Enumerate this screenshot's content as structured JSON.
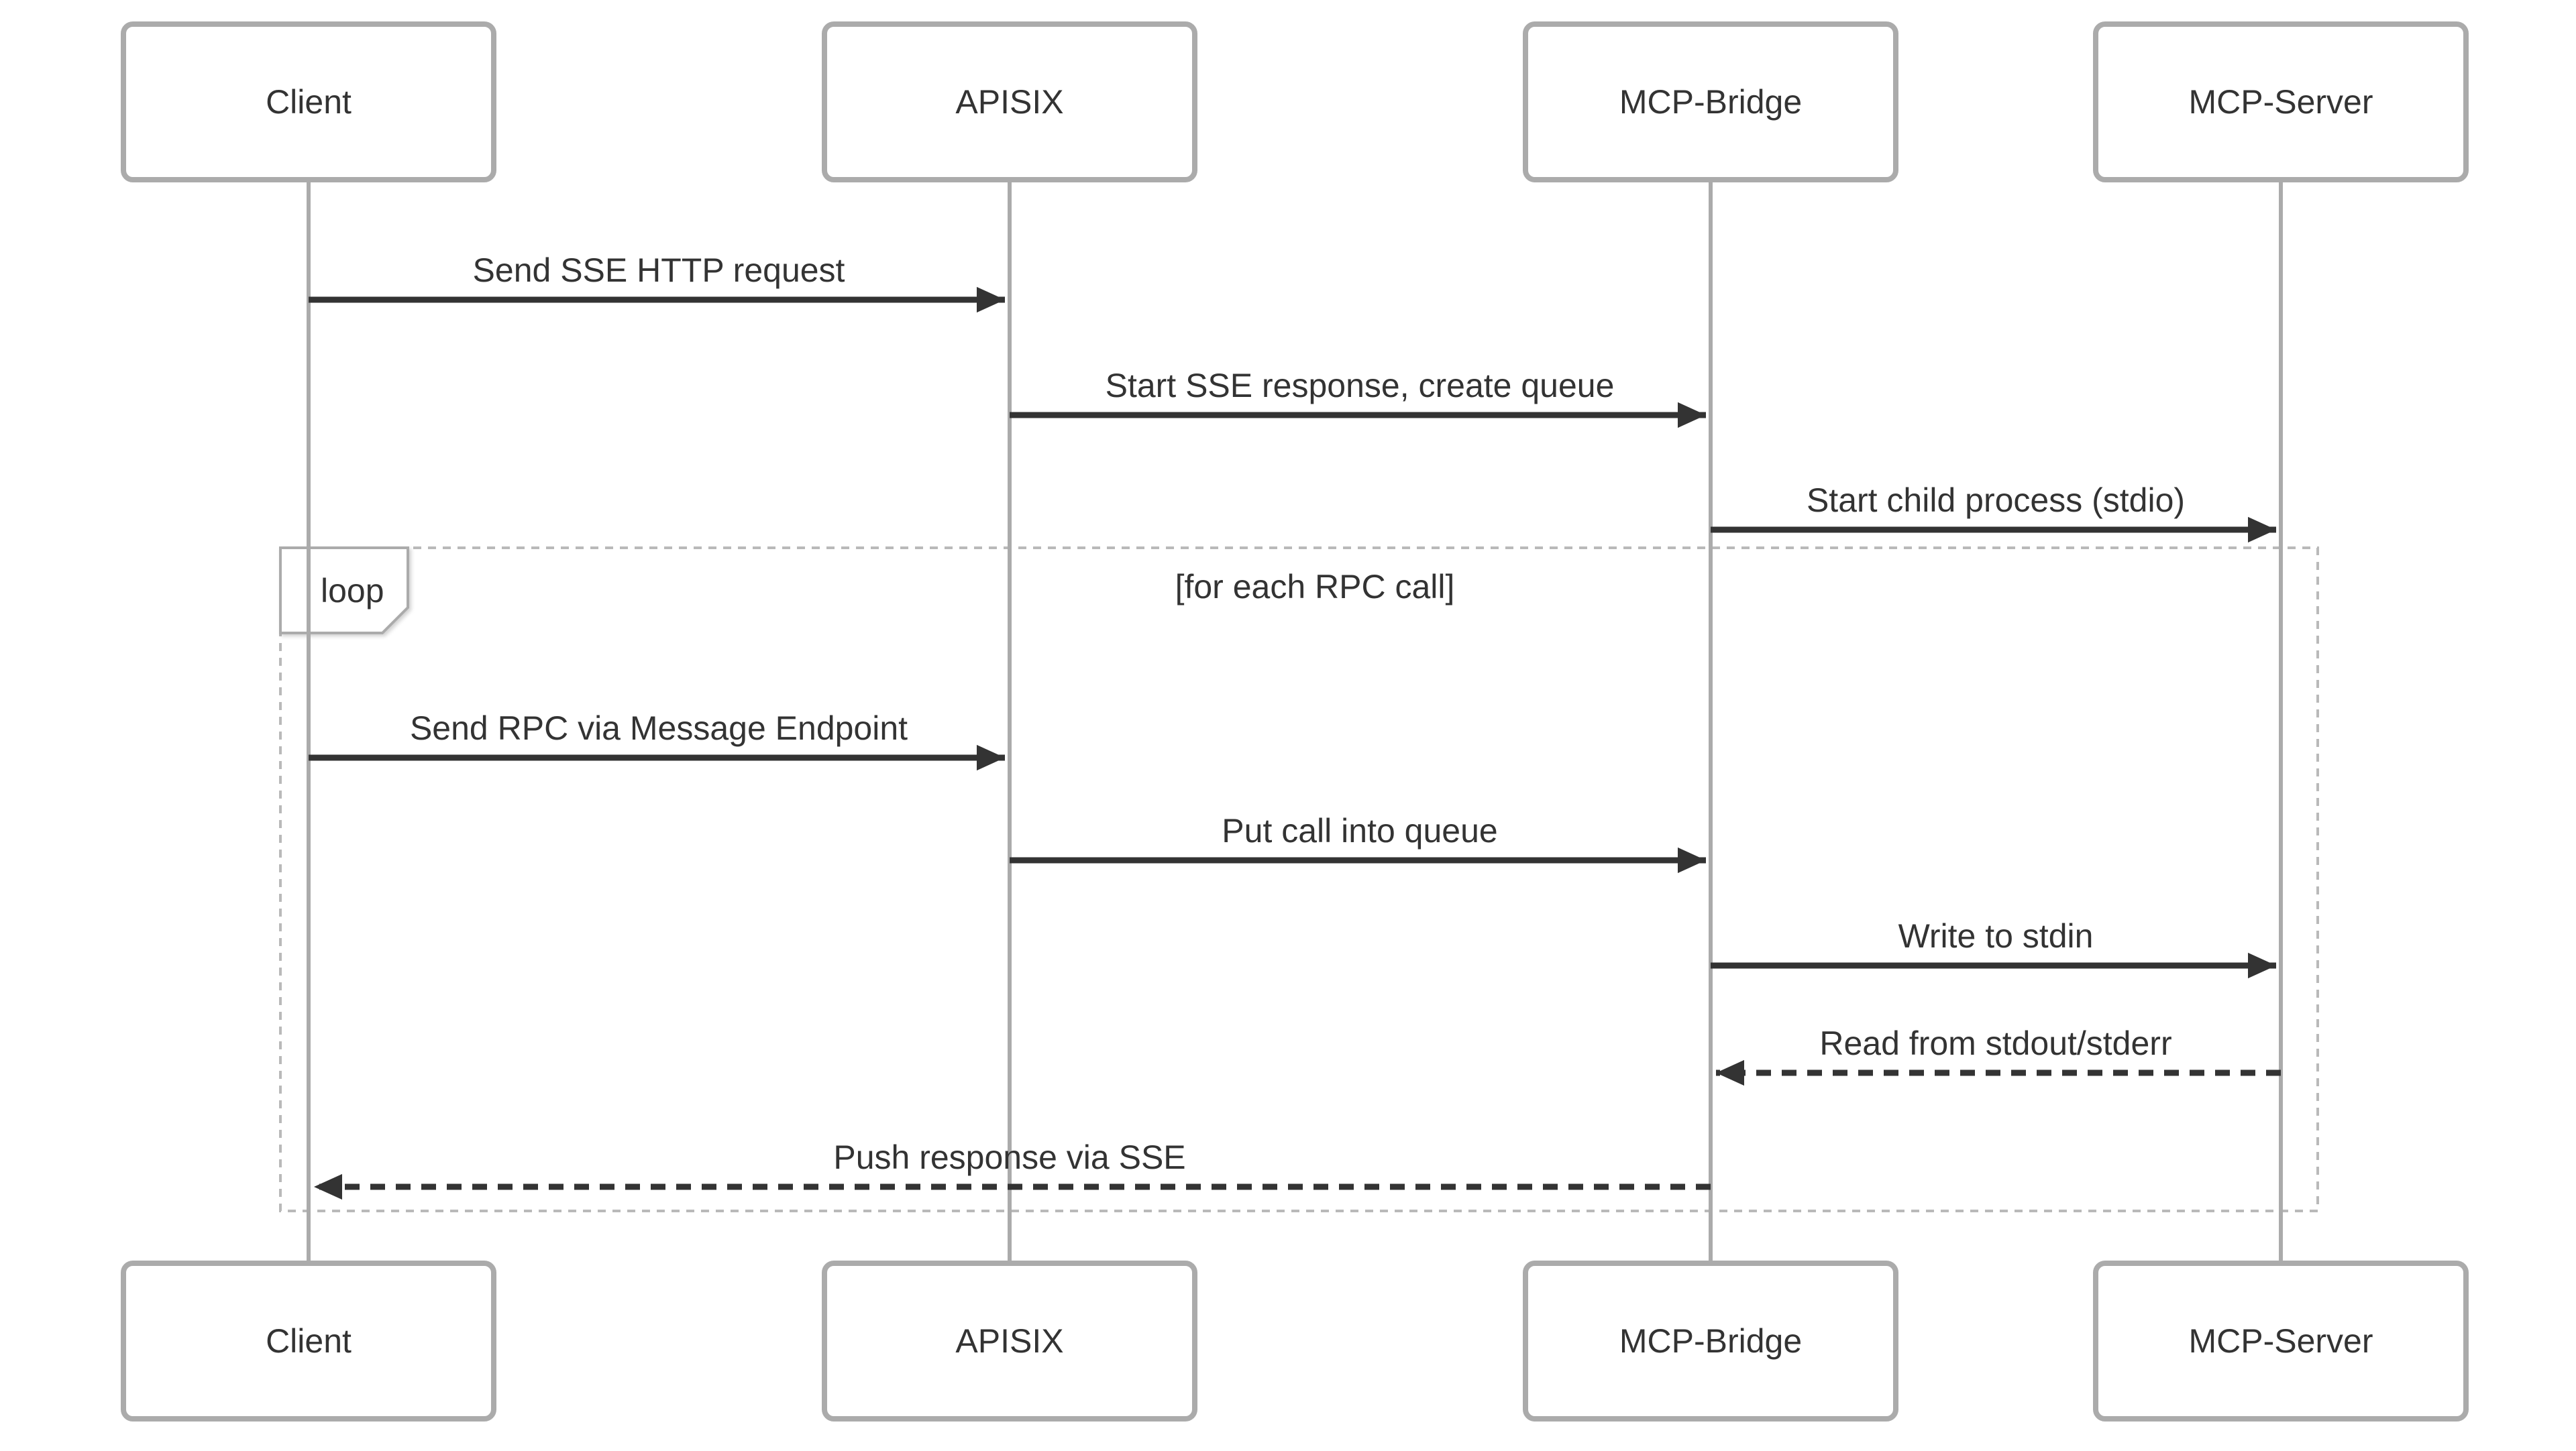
{
  "diagram": {
    "type": "sequence",
    "actors": [
      {
        "id": "client",
        "label": "Client"
      },
      {
        "id": "apisix",
        "label": "APISIX"
      },
      {
        "id": "mcp-bridge",
        "label": "MCP-Bridge"
      },
      {
        "id": "mcp-server",
        "label": "MCP-Server"
      }
    ],
    "messages": [
      {
        "from": "Client",
        "to": "APISIX",
        "label": "Send SSE HTTP request",
        "line": "solid",
        "in_loop": false
      },
      {
        "from": "APISIX",
        "to": "MCP-Bridge",
        "label": "Start SSE response, create queue",
        "line": "solid",
        "in_loop": false
      },
      {
        "from": "MCP-Bridge",
        "to": "MCP-Server",
        "label": "Start child process (stdio)",
        "line": "solid",
        "in_loop": false
      },
      {
        "from": "Client",
        "to": "APISIX",
        "label": "Send RPC via Message Endpoint",
        "line": "solid",
        "in_loop": true
      },
      {
        "from": "APISIX",
        "to": "MCP-Bridge",
        "label": "Put call into queue",
        "line": "solid",
        "in_loop": true
      },
      {
        "from": "MCP-Bridge",
        "to": "MCP-Server",
        "label": "Write to stdin",
        "line": "solid",
        "in_loop": true
      },
      {
        "from": "MCP-Server",
        "to": "MCP-Bridge",
        "label": "Read from stdout/stderr",
        "line": "dashed",
        "in_loop": true
      },
      {
        "from": "MCP-Bridge",
        "to": "Client",
        "label": "Push response via SSE",
        "line": "dashed",
        "in_loop": true
      }
    ],
    "loop": {
      "label": "loop",
      "condition": "[for each RPC call]"
    },
    "colors": {
      "background": "#ffffff",
      "actor_border": "#ababab",
      "actor_fill": "#ffffff",
      "lifeline": "#ababab",
      "arrow": "#333333",
      "text": "#333333",
      "loop_border": "#b9b9b9"
    }
  }
}
